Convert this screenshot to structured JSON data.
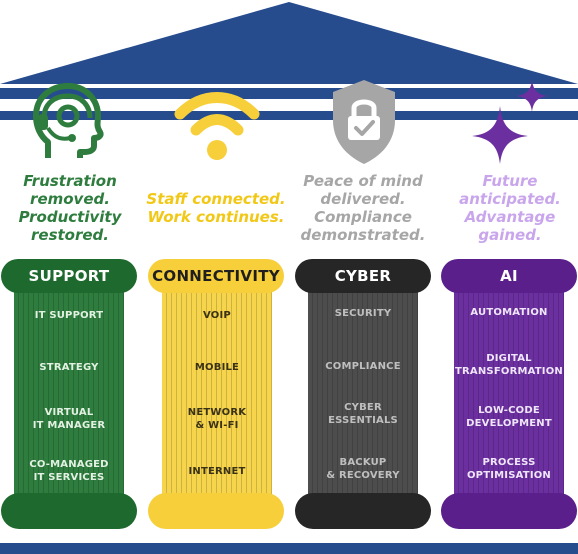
{
  "colors": {
    "roof": "#264c8e",
    "support": "#2e7d3e",
    "support_dark": "#1e6a2e",
    "support_text": "#2e7d3e",
    "connectivity": "#f7cf3a",
    "connectivity_shaft": "#f6d44c",
    "connectivity_text": "#f2c817",
    "cyber": "#262626",
    "cyber_shaft": "#4d4d4d",
    "cyber_text": "#a6a6a6",
    "ai": "#5b1f8c",
    "ai_shaft": "#6b2fa0",
    "ai_text": "#c9a6ec"
  },
  "pillars": [
    {
      "key": "support",
      "icon": "headset-person-icon",
      "tagline": [
        "Frustration",
        "removed.",
        "Productivity",
        "restored."
      ],
      "title": "SUPPORT",
      "items": [
        [
          "IT SUPPORT"
        ],
        [
          "STRATEGY"
        ],
        [
          "VIRTUAL",
          "IT MANAGER"
        ],
        [
          "CO-MANAGED",
          "IT SERVICES"
        ]
      ]
    },
    {
      "key": "connectivity",
      "icon": "wifi-icon",
      "tagline": [
        "Staff connected.",
        "Work continues."
      ],
      "title": "CONNECTIVITY",
      "items": [
        [
          "VOIP"
        ],
        [
          "MOBILE"
        ],
        [
          "NETWORK",
          "& WI-FI"
        ],
        [
          "INTERNET"
        ]
      ]
    },
    {
      "key": "cyber",
      "icon": "shield-lock-icon",
      "tagline": [
        "Peace of mind",
        "delivered.",
        "Compliance",
        "demonstrated."
      ],
      "title": "CYBER",
      "items": [
        [
          "SECURITY"
        ],
        [
          "COMPLIANCE"
        ],
        [
          "CYBER",
          "ESSENTIALS"
        ],
        [
          "BACKUP",
          "& RECOVERY"
        ]
      ]
    },
    {
      "key": "ai",
      "icon": "sparkle-icon",
      "tagline": [
        "Future",
        "anticipated.",
        "Advantage",
        "gained."
      ],
      "title": "AI",
      "items": [
        [
          "AUTOMATION"
        ],
        [
          "DIGITAL",
          "TRANSFORMATION"
        ],
        [
          "LOW-CODE",
          "DEVELOPMENT"
        ],
        [
          "PROCESS",
          "OPTIMISATION"
        ]
      ]
    }
  ]
}
